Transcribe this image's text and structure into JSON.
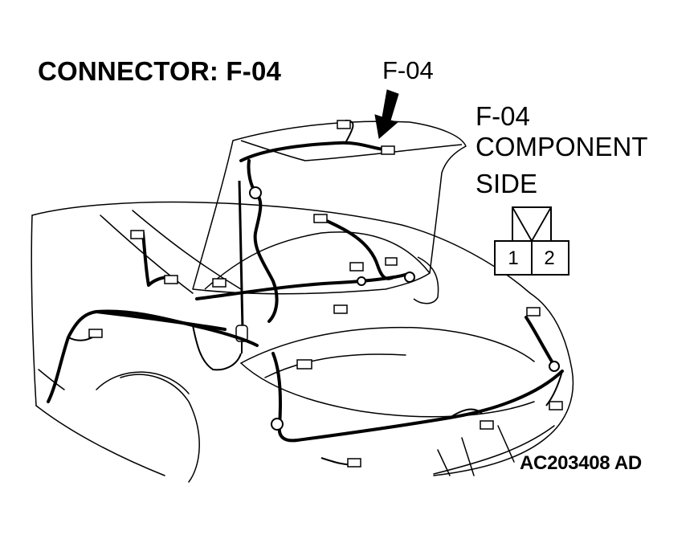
{
  "diagram": {
    "title": "CONNECTOR: F-04",
    "callout_label": "F-04",
    "component_side": {
      "line1": "F-04",
      "line2": "COMPONENT",
      "line3": "SIDE"
    },
    "connector_pins": [
      "1",
      "2"
    ],
    "figure_code": "AC203408 AD"
  }
}
